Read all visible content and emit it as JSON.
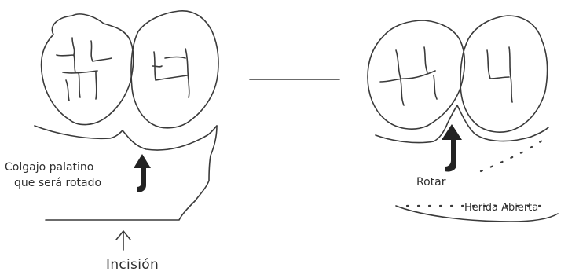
{
  "labels": {
    "flap_line_1": "Colgajo palatino",
    "flap_line_2": "que será rotado",
    "incision": "Incisión",
    "rotate": "Rotar",
    "open_wound": "Herida Abierta"
  },
  "colors": {
    "line": "#3a3a3a",
    "arrow_fill": "#222222",
    "background": "#ffffff"
  }
}
